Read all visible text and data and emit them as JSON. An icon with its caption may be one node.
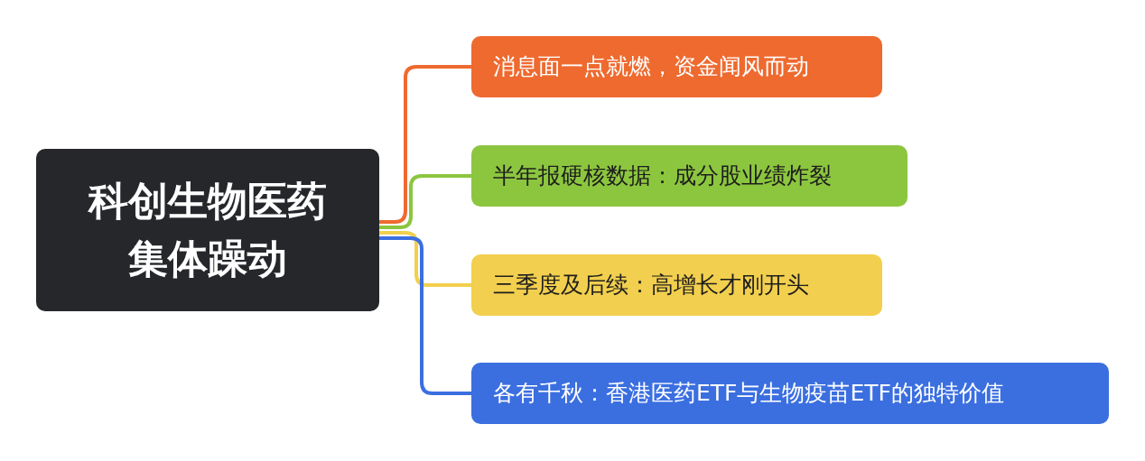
{
  "diagram": {
    "nodes": [
      {
        "text": [
          "科创生物医药集体躁动"
        ]
      },
      {
        "text": [
          "消息面一点就燃，资金闻风而动"
        ]
      },
      {
        "text": [
          "半年报硬核数据：成分股业绩炸裂"
        ]
      },
      {
        "text": [
          "三季度及后续：高增长才刚开头"
        ]
      },
      {
        "text": [
          "各有千秋：香港医药ETF与生物疫苗ETF的独特价值"
        ]
      }
    ],
    "edges": [
      {
        "from": 0,
        "to": 1,
        "arrow": "none",
        "color": "#ee6a2f"
      },
      {
        "from": 0,
        "to": 2,
        "arrow": "none",
        "color": "#8cc63f"
      },
      {
        "from": 0,
        "to": 3,
        "arrow": "none",
        "color": "#f2cf4e"
      },
      {
        "from": 0,
        "to": 4,
        "arrow": "none",
        "color": "#3b6fe0"
      }
    ]
  }
}
